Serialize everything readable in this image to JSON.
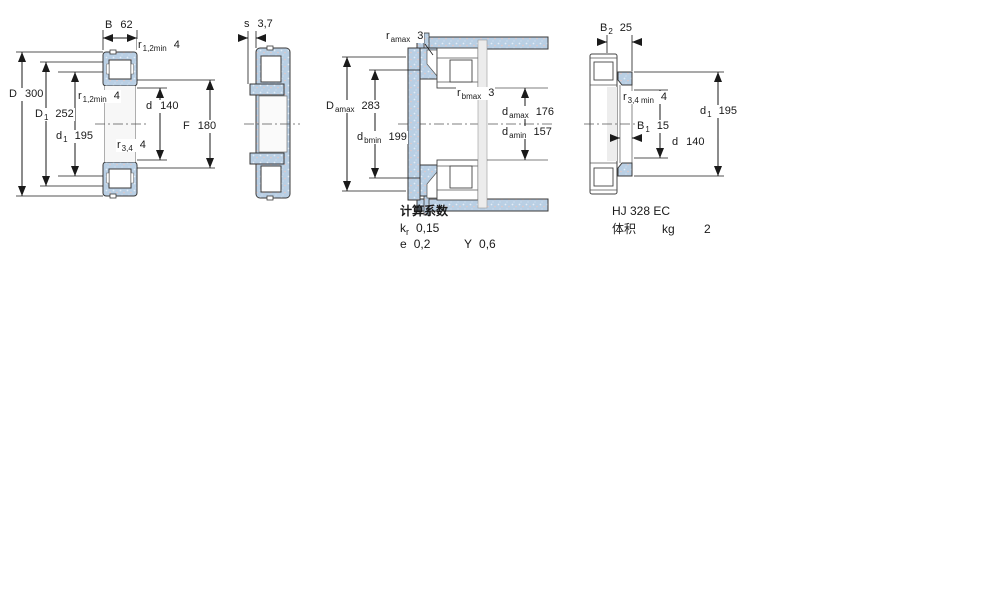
{
  "colors": {
    "steel_fill": "#b9cfe4",
    "outline": "#3a3a3a",
    "dim_line": "#1a1a1a",
    "centerline": "#555555",
    "break_fill": "#ececec"
  },
  "labels": {
    "B": {
      "sym": "B",
      "val": "62"
    },
    "r12min_outer": {
      "sym": "r",
      "sub": "1,2min",
      "val": "4"
    },
    "D": {
      "sym": "D",
      "val": "300"
    },
    "D1": {
      "sym": "D",
      "sub": "1",
      "val": "252"
    },
    "d1_front": {
      "sym": "d",
      "sub": "1",
      "val": "195"
    },
    "r12min_inner": {
      "sym": "r",
      "sub": "1,2min",
      "val": "4"
    },
    "d_front": {
      "sym": "d",
      "val": "140"
    },
    "r34": {
      "sym": "r",
      "sub": "3,4",
      "val": "4"
    },
    "F": {
      "sym": "F",
      "val": "180"
    },
    "s": {
      "sym": "s",
      "val": "3,7"
    },
    "ramax": {
      "sym": "r",
      "sub": "amax",
      "val": "3"
    },
    "Damax": {
      "sym": "D",
      "sub": "amax",
      "val": "283"
    },
    "dbmin": {
      "sym": "d",
      "sub": "bmin",
      "val": "199"
    },
    "rbmax": {
      "sym": "r",
      "sub": "bmax",
      "val": "3"
    },
    "damax": {
      "sym": "d",
      "sub": "amax",
      "val": "176"
    },
    "damin": {
      "sym": "d",
      "sub": "amin",
      "val": "157"
    },
    "B2": {
      "sym": "B",
      "sub": "2",
      "val": "25"
    },
    "r34min": {
      "sym": "r",
      "sub": "3,4 min",
      "val": "4"
    },
    "d1_ring": {
      "sym": "d",
      "sub": "1",
      "val": "195"
    },
    "B1": {
      "sym": "B",
      "sub": "1",
      "val": "15"
    },
    "d_ring": {
      "sym": "d",
      "val": "140"
    }
  },
  "calculation_factors": {
    "title": "计算系数",
    "kr": {
      "sym": "k",
      "sub": "r",
      "val": "0,15"
    },
    "e": {
      "sym": "e",
      "val": "0,2"
    },
    "y": {
      "sym": "Y",
      "val": "0,6"
    }
  },
  "angle_ring": {
    "designation": "HJ 328 EC",
    "mass_label": "体积",
    "mass_unit": "kg",
    "mass_value": "2"
  }
}
